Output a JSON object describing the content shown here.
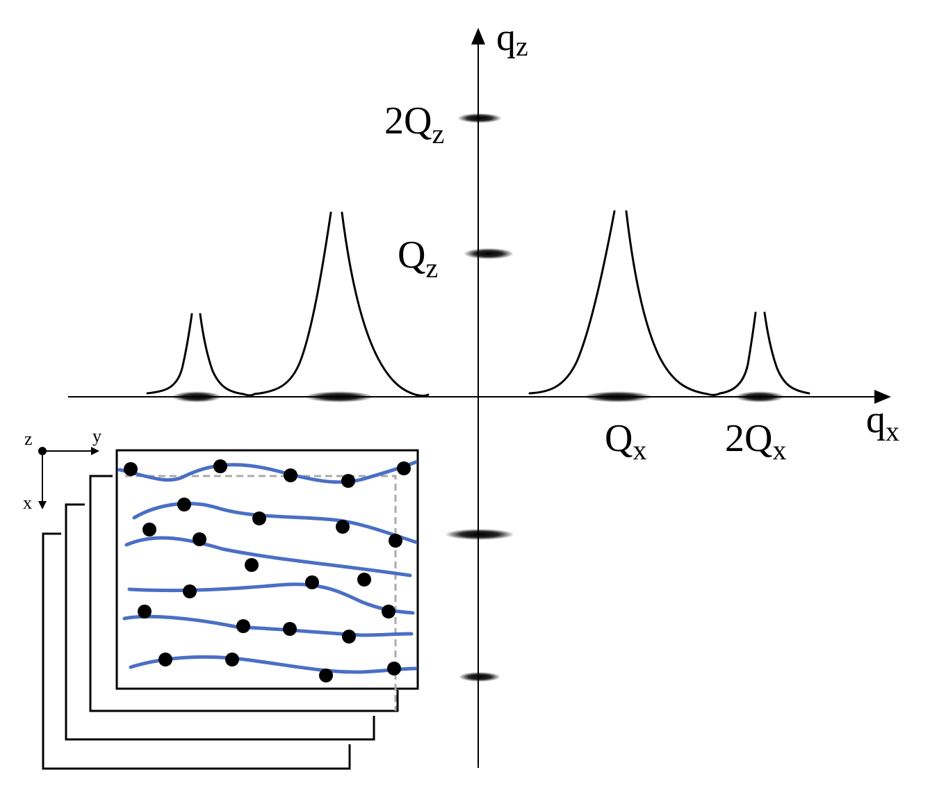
{
  "axes": {
    "qz": {
      "main": "q",
      "sub": "z"
    },
    "qx": {
      "main": "q",
      "sub": "x"
    }
  },
  "labels": {
    "two_qz": {
      "main": "2Q",
      "sub": "z"
    },
    "qz": {
      "main": "Q",
      "sub": "z"
    },
    "qx": {
      "main": "Q",
      "sub": "x"
    },
    "two_qx": {
      "main": "2Q",
      "sub": "x"
    }
  },
  "inset_axes": {
    "z": "z",
    "y": "y",
    "x": "x"
  },
  "colors": {
    "ink": "#000000",
    "chain": "#4a6fc4",
    "guide": "#aaaaaa"
  }
}
